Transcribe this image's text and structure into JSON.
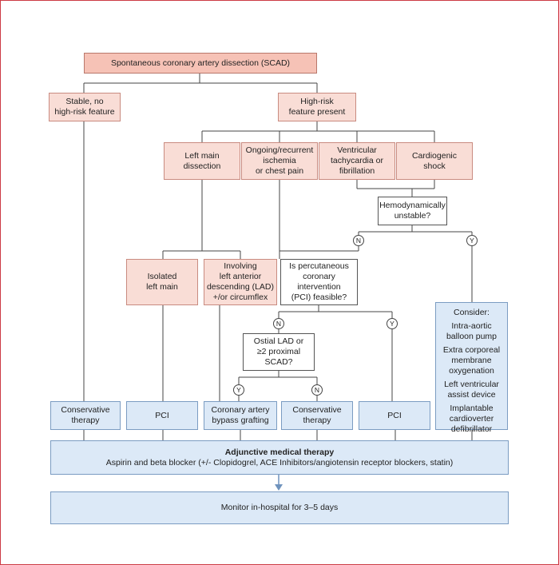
{
  "nodes": {
    "scad": "Spontaneous coronary artery dissection (SCAD)",
    "stable": [
      "Stable, no",
      "high-risk feature"
    ],
    "high_risk": [
      "High-risk",
      "feature present"
    ],
    "left_main_dissection": [
      "Left main",
      "dissection"
    ],
    "ongoing_ischemia": [
      "Ongoing/recurrent",
      "ischemia",
      "or chest pain"
    ],
    "ventricular_tachy": [
      "Ventricular",
      "tachycardia or",
      "fibrillation"
    ],
    "cardiogenic_shock": [
      "Cardiogenic",
      "shock"
    ],
    "hemodynamically_unstable": [
      "Hemodynamically",
      "unstable?"
    ],
    "isolated_left_main": [
      "Isolated",
      "left main"
    ],
    "involving_lad": [
      "Involving",
      "left anterior",
      "descending (LAD)",
      "+/or circumflex"
    ],
    "pci_feasible": [
      "Is percutaneous",
      "coronary",
      "intervention",
      "(PCI) feasible?"
    ],
    "ostial_lad": [
      "Ostial LAD or",
      "≥2 proximal",
      "SCAD?"
    ],
    "consider_title": "Consider:",
    "consider_items": [
      [
        "Intra-aortic",
        "balloon pump"
      ],
      [
        "Extra corporeal",
        "membrane",
        "oxygenation"
      ],
      [
        "Left ventricular",
        "assist device"
      ],
      [
        "Implantable",
        "cardioverter",
        "defibrillator"
      ]
    ],
    "conservative_1": [
      "Conservative",
      "therapy"
    ],
    "pci_1": "PCI",
    "cabg": [
      "Coronary artery",
      "bypass grafting"
    ],
    "conservative_2": [
      "Conservative",
      "therapy"
    ],
    "pci_2": "PCI",
    "adjunctive_title": "Adjunctive medical therapy",
    "adjunctive_text": "Aspirin and  beta blocker (+/- Clopidogrel, ACE Inhibitors/angiotensin receptor blockers, statin)",
    "monitor": "Monitor in-hospital for 3–5 days"
  },
  "decision_labels": {
    "hemo_no": "N",
    "hemo_yes": "Y",
    "pci_no": "N",
    "pci_yes": "Y",
    "ostial_yes": "Y",
    "ostial_no": "N"
  },
  "colors": {
    "frame": "#cc3b44",
    "red_fill": "#f9ddd6",
    "red_strong_fill": "#f6c2b6",
    "blue_fill": "#dce9f7",
    "arrow": "#6f93bd",
    "line": "#444444"
  }
}
